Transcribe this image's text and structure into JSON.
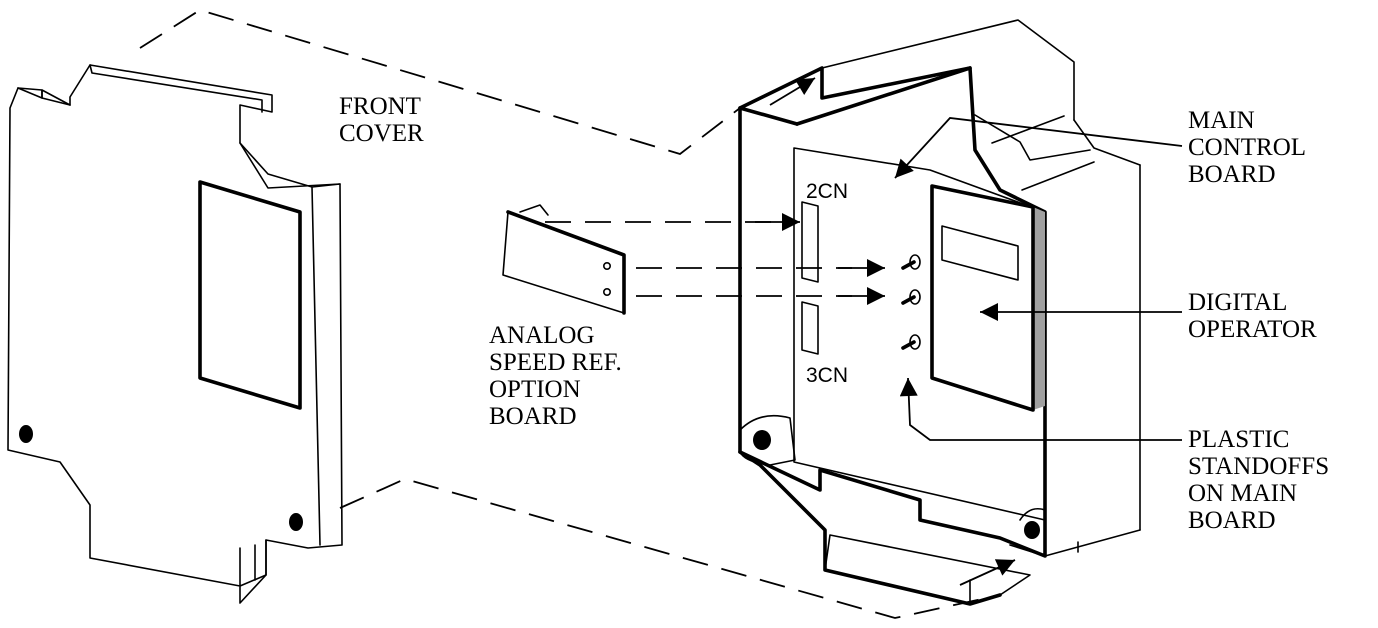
{
  "labels": {
    "front_cover": [
      "FRONT",
      "COVER"
    ],
    "main_control_board": [
      "MAIN",
      "CONTROL",
      "BOARD"
    ],
    "digital_operator": [
      "DIGITAL",
      "OPERATOR"
    ],
    "plastic_standoffs": [
      "PLASTIC",
      "STANDOFFS",
      "ON MAIN",
      "BOARD"
    ],
    "option_board": [
      "ANALOG",
      "SPEED REF.",
      "OPTION",
      "BOARD"
    ],
    "connector_2cn": "2CN",
    "connector_3cn": "3CN"
  },
  "colors": {
    "ink": "#000000",
    "panel_shade": "#a0a0a0",
    "background": "#ffffff"
  }
}
